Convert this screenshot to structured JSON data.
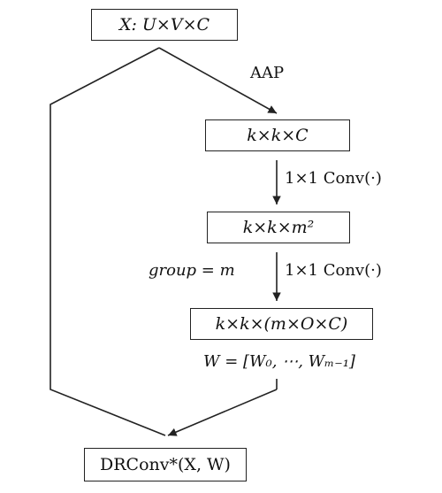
{
  "nodes": {
    "input": "X: U×V×C",
    "pooled": "k×k×C",
    "expanded": "k×k×m²",
    "kernels": "k×k×(m×O×C)",
    "output": "DRConv*(X, W)"
  },
  "edges": {
    "aap": "AAP",
    "conv_1": "1×1 Conv(·)",
    "conv_2": "1×1 Conv(·)",
    "group": "group = m"
  },
  "annotations": {
    "weights": "W = [W₀, ⋯, Wₘ₋₁]"
  },
  "colors": {
    "stroke": "#222222",
    "background": "#ffffff"
  }
}
